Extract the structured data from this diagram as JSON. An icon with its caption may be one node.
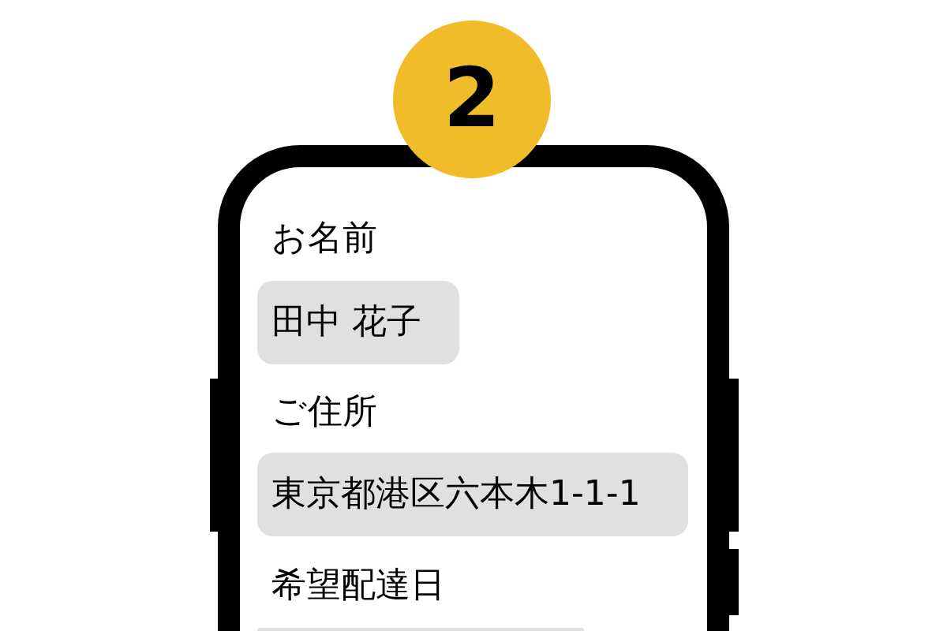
{
  "diagram": {
    "nodes": [
      {
        "text": [
          "2"
        ]
      },
      {
        "text": [],
        "shape": "box"
      },
      {
        "text": [
          "田中 花子"
        ],
        "in": 1
      },
      {
        "text": [
          "東京都港区六本木1-1-1"
        ],
        "in": 1
      },
      {
        "text": [],
        "shape": "box",
        "in": 1
      }
    ],
    "edges": [],
    "labels": [
      "お名前",
      "ご住所",
      "希望配達日"
    ]
  }
}
